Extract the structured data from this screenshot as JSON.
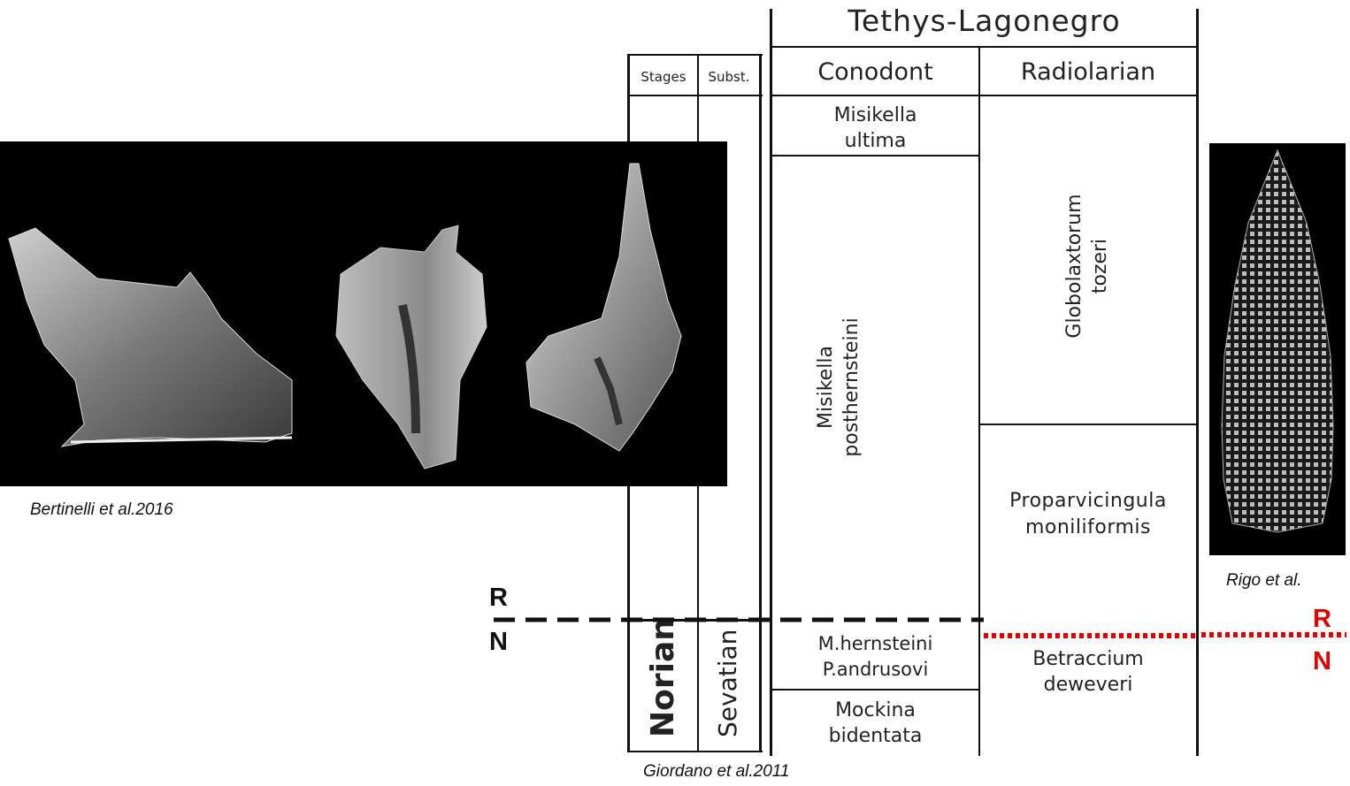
{
  "column_header": "Tethys-Lagonegro",
  "subheaders": {
    "stages": "Stages",
    "substages": "Subst.",
    "conodont": "Conodont",
    "radiolarian": "Radiolarian"
  },
  "stage": "Norian",
  "substage": "Sevatian",
  "conodont_zones": [
    {
      "line1": "Misikella",
      "line2": "ultima"
    },
    {
      "line1": "Misikella",
      "line2": "posthernsteini"
    },
    {
      "line1": "M.hernsteini",
      "line2": "P.andrusovi"
    },
    {
      "line1": "Mockina",
      "line2": "bidentata"
    }
  ],
  "radiolarian_zones": [
    {
      "line1": "Globolaxtorum",
      "line2": "tozeri"
    },
    {
      "line1": "Proparvicingula",
      "line2": "moniliformis"
    },
    {
      "line1": "Betraccium",
      "line2": "deweveri"
    }
  ],
  "boundary": {
    "upper_letter": "R",
    "lower_letter": "N",
    "conodont_line_color": "#111111",
    "radiolarian_line_color": "#e00000"
  },
  "captions": {
    "conodont_photo": "Bertinelli et al.2016",
    "column": "Giordano et al.2011",
    "radiolarian_photo": "Rigo et al."
  },
  "images": {
    "conodont_photo": {
      "type": "SEM micrographs",
      "specimens": 3,
      "background": "#000000"
    },
    "radiolarian_photo": {
      "type": "SEM micrograph",
      "specimens": 1,
      "background": "#000000"
    }
  }
}
